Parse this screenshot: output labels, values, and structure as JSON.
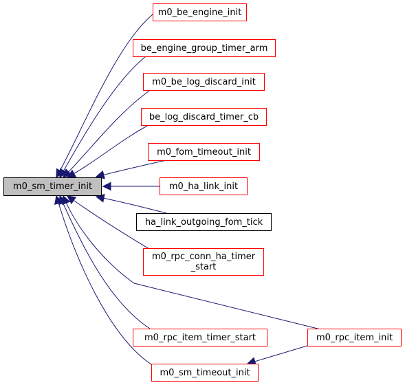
{
  "graph": {
    "root": {
      "label": "m0_sm_timer_init"
    },
    "nodes": [
      {
        "id": "n1",
        "label": "m0_be_engine_init"
      },
      {
        "id": "n2",
        "label": "be_engine_group_timer_arm"
      },
      {
        "id": "n3",
        "label": "m0_be_log_discard_init"
      },
      {
        "id": "n4",
        "label": "be_log_discard_timer_cb"
      },
      {
        "id": "n5",
        "label": "m0_fom_timeout_init"
      },
      {
        "id": "n6",
        "label": "m0_ha_link_init"
      },
      {
        "id": "n7",
        "label": "ha_link_outgoing_fom_tick"
      },
      {
        "id": "n8",
        "label": "m0_rpc_conn_ha_timer\n_start"
      },
      {
        "id": "n9",
        "label": "m0_rpc_item_timer_start"
      },
      {
        "id": "n10",
        "label": "m0_sm_timeout_init"
      },
      {
        "id": "n11",
        "label": "m0_rpc_item_init"
      }
    ],
    "colors": {
      "edge": "#191970",
      "link_border": "#ff0000",
      "plain_border": "#000000",
      "root_fill": "#bfbfbf"
    }
  }
}
